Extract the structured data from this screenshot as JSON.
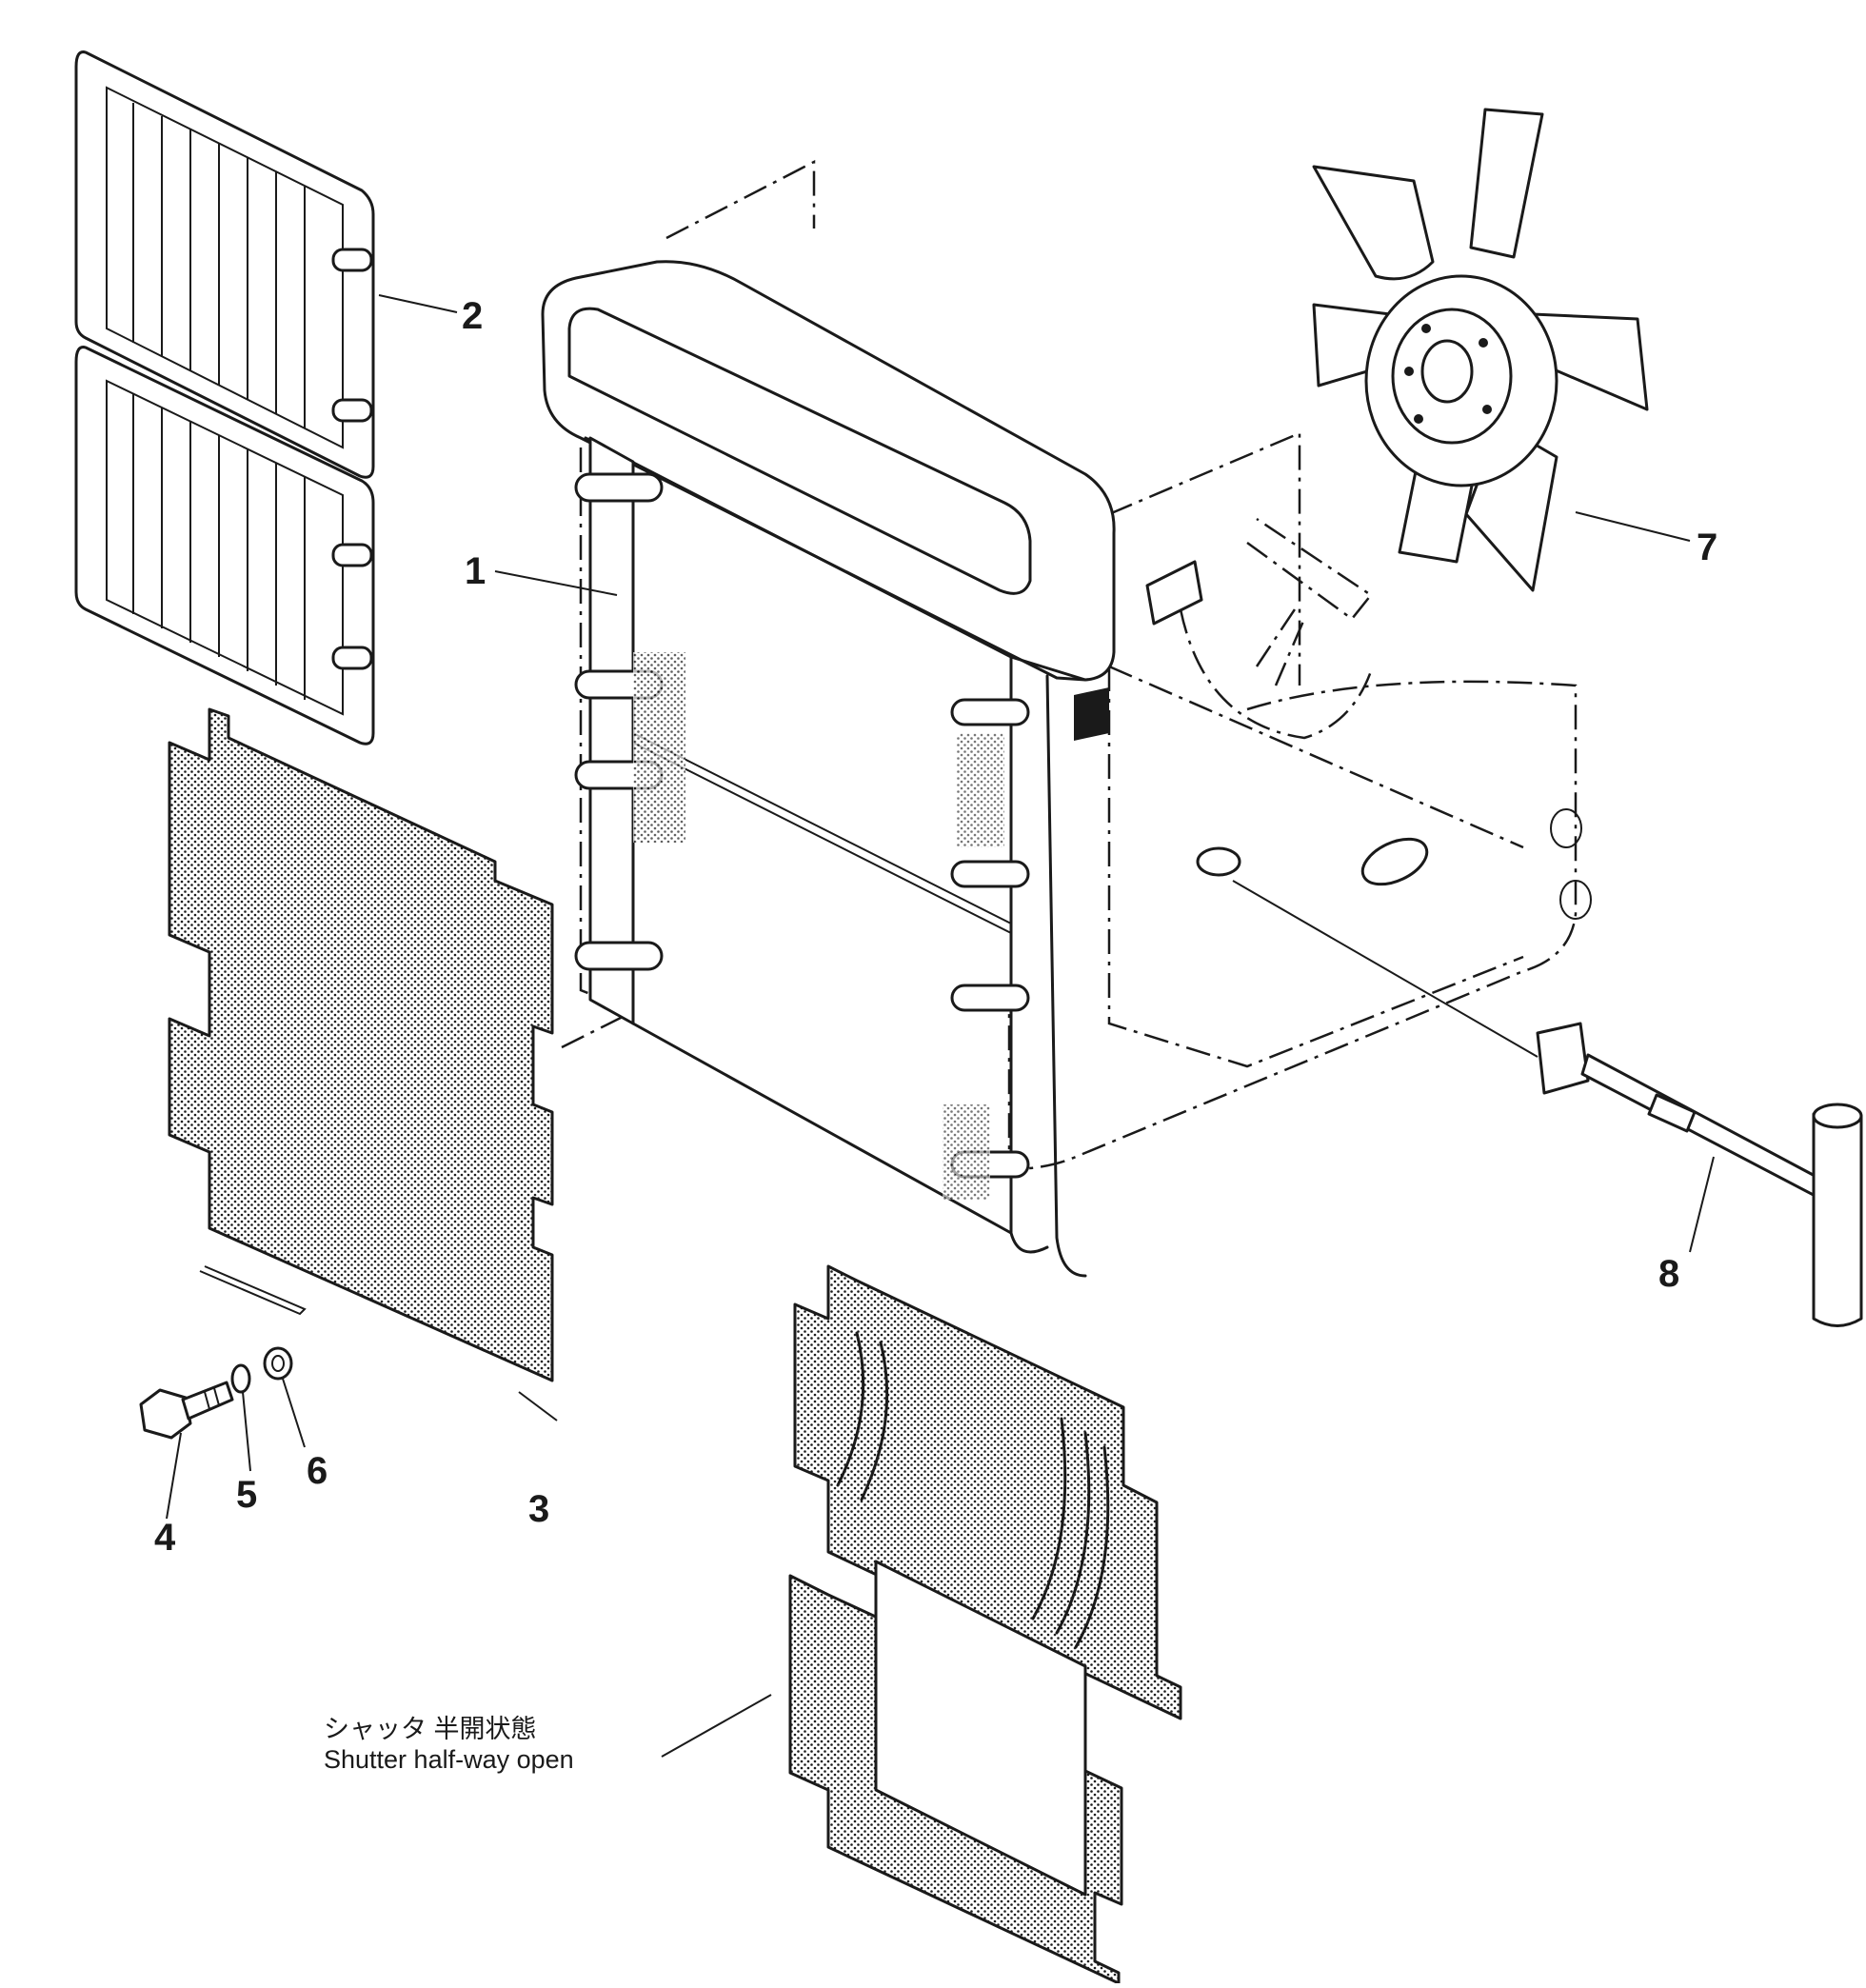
{
  "callouts": {
    "c1": "1",
    "c2": "2",
    "c3": "3",
    "c4": "4",
    "c5": "5",
    "c6": "6",
    "c7": "7",
    "c8": "8"
  },
  "shutter_note": {
    "japanese": "シャッタ 半開状態",
    "english": "Shutter half-way open"
  }
}
